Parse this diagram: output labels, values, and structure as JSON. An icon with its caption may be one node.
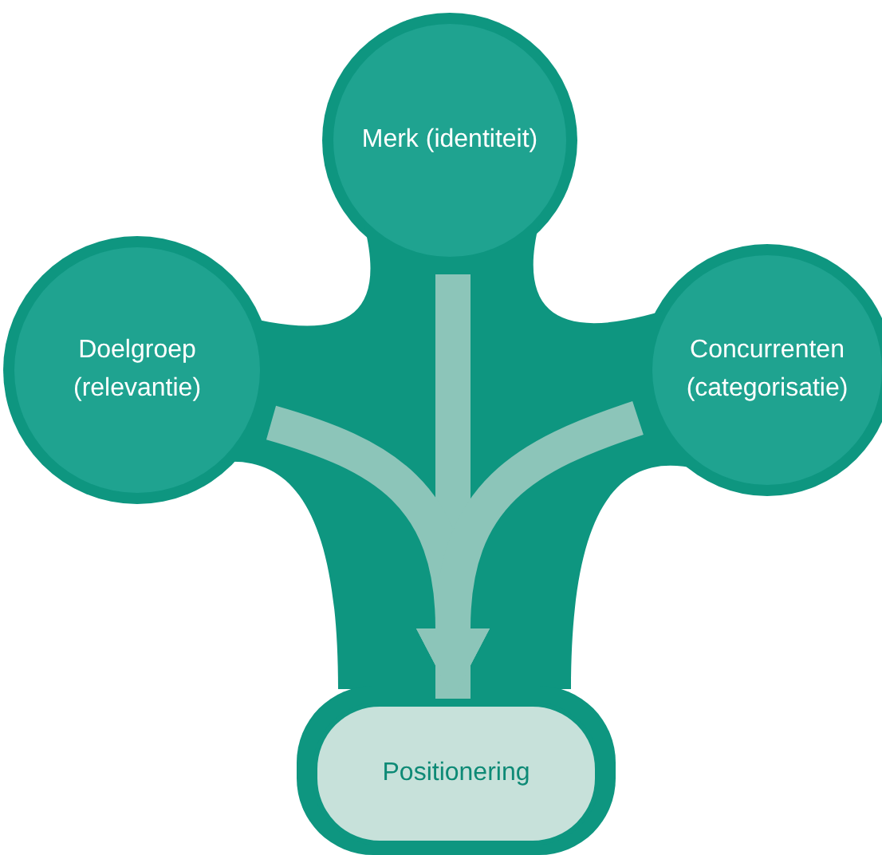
{
  "diagram": {
    "nodes": [
      {
        "text": [
          "Merk (identiteit)"
        ]
      },
      {
        "text": [
          "Doelgroep (relevantie)"
        ]
      },
      {
        "text": [
          "Concurrenten (categorisatie)"
        ]
      },
      {
        "text": [
          "Positionering"
        ]
      }
    ],
    "edges": [
      {
        "from": 0,
        "to": 3,
        "arrow": "to"
      },
      {
        "from": 1,
        "to": 3,
        "arrow": "to"
      },
      {
        "from": 2,
        "to": 3,
        "arrow": "to"
      }
    ]
  }
}
